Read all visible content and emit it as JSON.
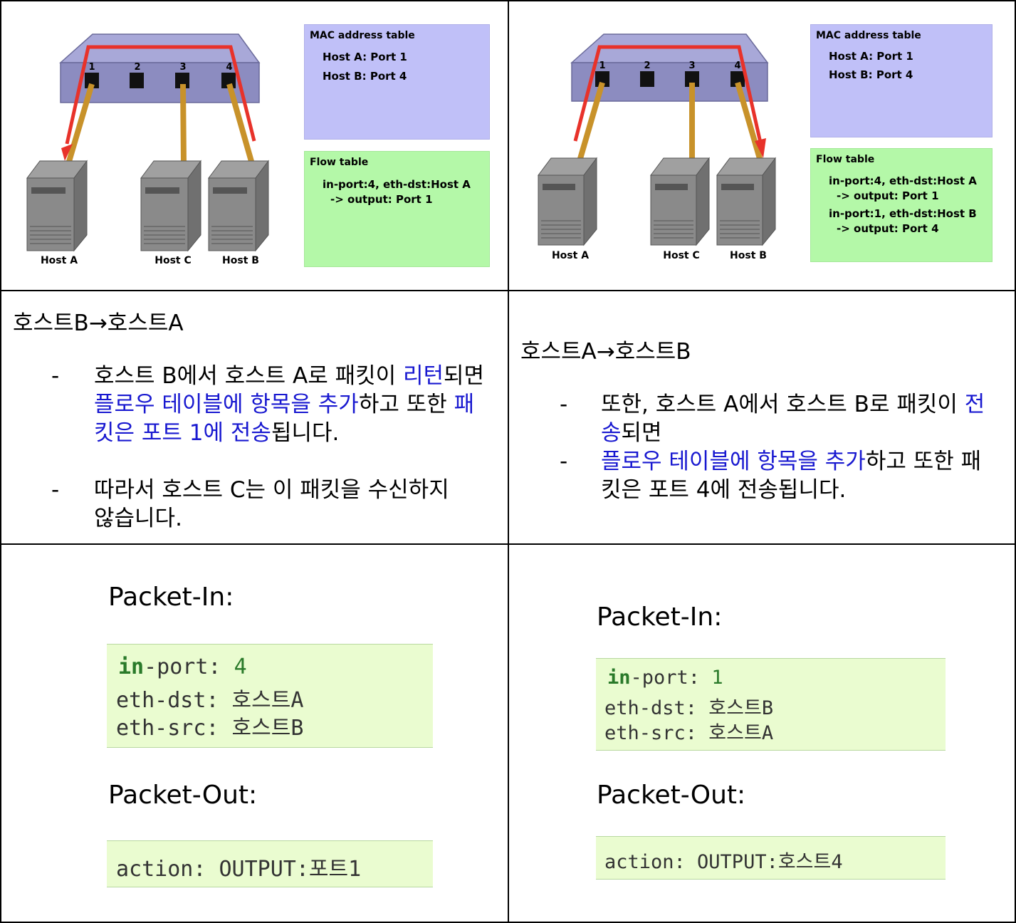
{
  "left": {
    "diagram": {
      "ports": [
        "1",
        "2",
        "3",
        "4"
      ],
      "hosts": [
        "Host A",
        "Host C",
        "Host B"
      ],
      "mac_title": "MAC address table",
      "mac_entries": [
        "Host A: Port 1",
        "Host B: Port 4"
      ],
      "flow_title": "Flow table",
      "flow_entries": [
        "in-port:4, eth-dst:Host A",
        "-> output: Port 1"
      ]
    },
    "heading": "호스트B→호스트A",
    "bullets": [
      {
        "parts": [
          "호스트 B에서 호스트 A로 패킷이 ",
          "리턴",
          "되면 ",
          "플로우 테이블에 항목을 추가",
          "하고 또한 ",
          "패킷은 포트 1에 전송",
          "됩니다."
        ]
      },
      {
        "parts": [
          "따라서 호스트 C는 이 패킷을 수신하지 않습니다."
        ]
      }
    ],
    "packet_in_label": "Packet-In:",
    "packet_in": {
      "key1": "in",
      "key1b": "-port: ",
      "val1": "4",
      "line2": "eth-dst: 호스트A",
      "line3": "eth-src: 호스트B"
    },
    "packet_out_label": "Packet-Out:",
    "packet_out": "action: OUTPUT:포트1"
  },
  "right": {
    "diagram": {
      "ports": [
        "1",
        "2",
        "3",
        "4"
      ],
      "hosts": [
        "Host A",
        "Host C",
        "Host B"
      ],
      "mac_title": "MAC address table",
      "mac_entries": [
        "Host A: Port 1",
        "Host B: Port 4"
      ],
      "flow_title": "Flow table",
      "flow_entries": [
        "in-port:4, eth-dst:Host A",
        "-> output: Port 1",
        "in-port:1, eth-dst:Host B",
        "-> output: Port 4"
      ]
    },
    "heading": "호스트A→호스트B",
    "bullets": [
      {
        "parts": [
          "또한, 호스트 A에서 호스트 B로 패킷이 ",
          "전송",
          "되면"
        ]
      },
      {
        "parts": [
          "플로우 테이블에 항목을 추가",
          "하고 또한 패킷은 포트 4에 전송됩니다."
        ]
      }
    ],
    "packet_in_label": "Packet-In:",
    "packet_in": {
      "key1": "in",
      "key1b": "-port: ",
      "val1": "1",
      "line2": "eth-dst: 호스트B",
      "line3": "eth-src: 호스트A"
    },
    "packet_out_label": "Packet-Out:",
    "packet_out": "action: OUTPUT:호스트4"
  },
  "colors": {
    "arrow": "#e8322a",
    "cable": "#c8922a",
    "switch": "#8c8cc0",
    "mac_bg": "#c0c0f8",
    "flow_bg": "#b4f8a8",
    "highlight": "#1818d0",
    "code_bg": "#eafcd0"
  }
}
